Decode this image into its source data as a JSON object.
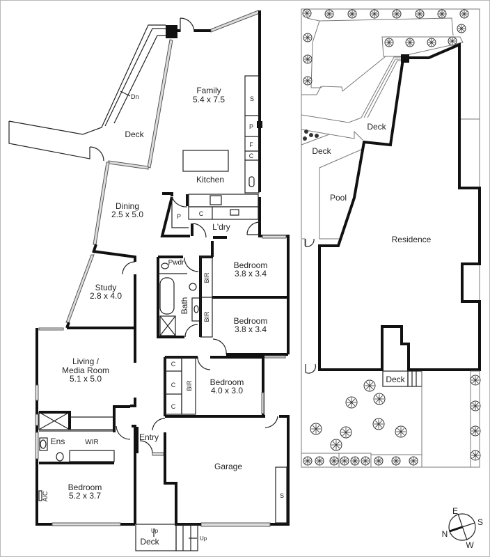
{
  "rooms": {
    "family": {
      "name": "Family",
      "dims": "5.4 x 7.5"
    },
    "kitchen": {
      "name": "Kitchen"
    },
    "deck_upper": {
      "name": "Deck"
    },
    "dining": {
      "name": "Dining",
      "dims": "2.5 x 5.0"
    },
    "laundry": {
      "name": "L'dry"
    },
    "powder": {
      "name": "Pwdr"
    },
    "bath": {
      "name": "Bath"
    },
    "bedroom_2": {
      "name": "Bedroom",
      "dims": "3.8 x 3.4"
    },
    "bedroom_3": {
      "name": "Bedroom",
      "dims": "3.8 x 3.4"
    },
    "study": {
      "name": "Study",
      "dims": "2.8 x 4.0"
    },
    "living": {
      "name": "Living /",
      "name2": "Media Room",
      "dims": "5.1 x 5.0"
    },
    "bedroom_4": {
      "name": "Bedroom",
      "dims": "4.0 x 3.0"
    },
    "ensuite": {
      "name": "Ens"
    },
    "wir": {
      "name": "WIR"
    },
    "entry": {
      "name": "Entry"
    },
    "garage": {
      "name": "Garage"
    },
    "bedroom_main": {
      "name": "Bedroom",
      "dims": "5.2 x 3.7"
    },
    "deck_lower": {
      "name": "Deck"
    }
  },
  "fixtures": {
    "storage": "S",
    "pantry": "P",
    "fridge": "F",
    "cupboard": "C",
    "bir": "BIR",
    "ac": "A/C",
    "down": "Dn",
    "up": "Up",
    "garage_storage": "S"
  },
  "site": {
    "deck_1": "Deck",
    "deck_2": "Deck",
    "pool": "Pool",
    "residence": "Residence",
    "deck_3": "Deck"
  },
  "compass": {
    "n": "N",
    "e": "E",
    "s": "S",
    "w": "W"
  }
}
